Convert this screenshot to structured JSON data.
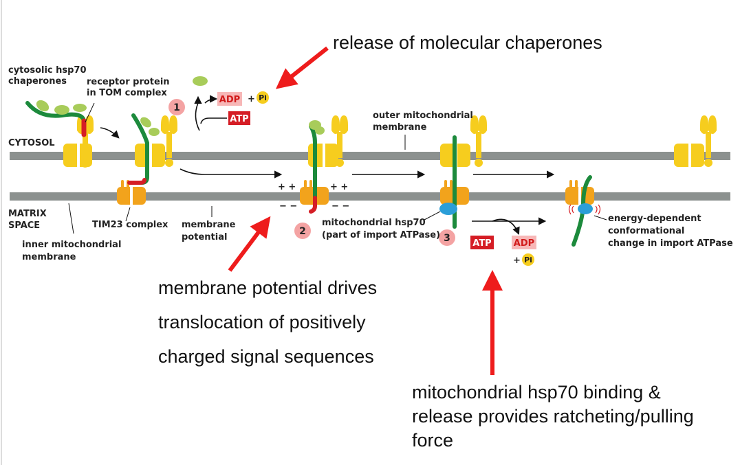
{
  "labels": {
    "cytosolic_hsp70_l1": "cytosolic hsp70",
    "cytosolic_hsp70_l2": "chaperones",
    "receptor_l1": "receptor protein",
    "receptor_l2": "in TOM complex",
    "cytosol": "CYTOSOL",
    "matrix_l1": "MATRIX",
    "matrix_l2": "SPACE",
    "inner_l1": "inner mitochondrial",
    "inner_l2": "membrane",
    "tim23": "TIM23 complex",
    "membrane_potential_l1": "membrane",
    "membrane_potential_l2": "potential",
    "outer_l1": "outer mitochondrial",
    "outer_l2": "membrane",
    "mito_hsp70_l1": "mitochondrial hsp70",
    "mito_hsp70_l2": "(part of import ATPase)",
    "energy_l1": "energy-dependent",
    "energy_l2": "conformational",
    "energy_l3": "change in import ATPase"
  },
  "steps": [
    "1",
    "2",
    "3"
  ],
  "reaction1": {
    "adp": "ADP",
    "plus": "+",
    "pi": "Pi",
    "atp": "ATP"
  },
  "reaction3": {
    "atp": "ATP",
    "adp": "ADP",
    "plus": "+",
    "pi": "Pi"
  },
  "charges": {
    "plus": "+ +",
    "minus": "− −"
  },
  "annotations": {
    "release": "release of molecular chaperones",
    "potential_l1": "membrane potential drives",
    "potential_l2": "translocation of positively",
    "potential_l3": "charged signal sequences",
    "hsp70_l1": "mitochondrial hsp70 binding &",
    "hsp70_l2": "release provides ratcheting/pulling",
    "hsp70_l3": "force"
  },
  "colors": {
    "membrane": "#8c918f",
    "tom_complex": "#f6cd1e",
    "tim23": "#f2a31c",
    "protein_chain": "#1c8a3c",
    "signal_sequence": "#d51d25",
    "cytosolic_chaperone": "#a8cc5a",
    "mito_hsp70": "#2b9ed8",
    "annotation_arrow": "#ee1c1c",
    "step_circle": "#f4a3a3"
  }
}
